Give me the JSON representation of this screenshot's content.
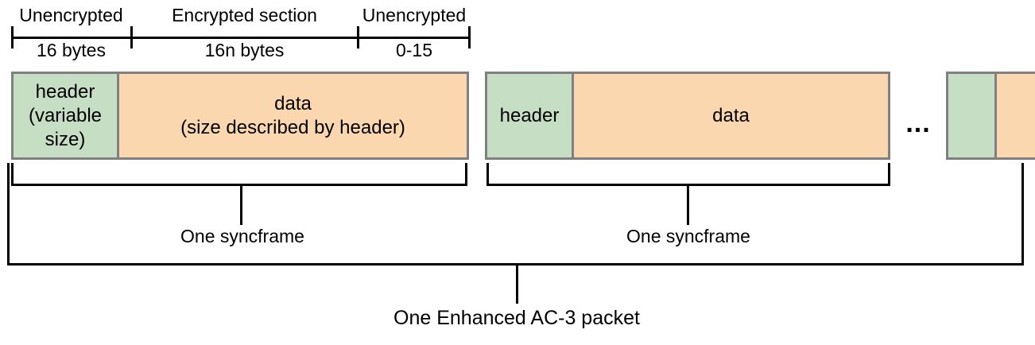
{
  "ruler": {
    "sections": [
      {
        "top": "Unencrypted",
        "bottom": "16 bytes"
      },
      {
        "top": "Encrypted section",
        "bottom": "16n bytes"
      },
      {
        "top": "Unencrypted",
        "bottom": "0-15"
      }
    ]
  },
  "syncframe1": {
    "header": "header\n(variable\nsize)",
    "data": "data\n(size described by header)",
    "label": "One syncframe"
  },
  "syncframe2": {
    "header": "header",
    "data": "data",
    "label": "One syncframe"
  },
  "ellipsis": "...",
  "packet_label": "One Enhanced AC-3 packet",
  "colors": {
    "header_fill": "#c6dec4",
    "data_fill": "#fad7ae",
    "box_border": "#808080",
    "line": "#000000"
  }
}
